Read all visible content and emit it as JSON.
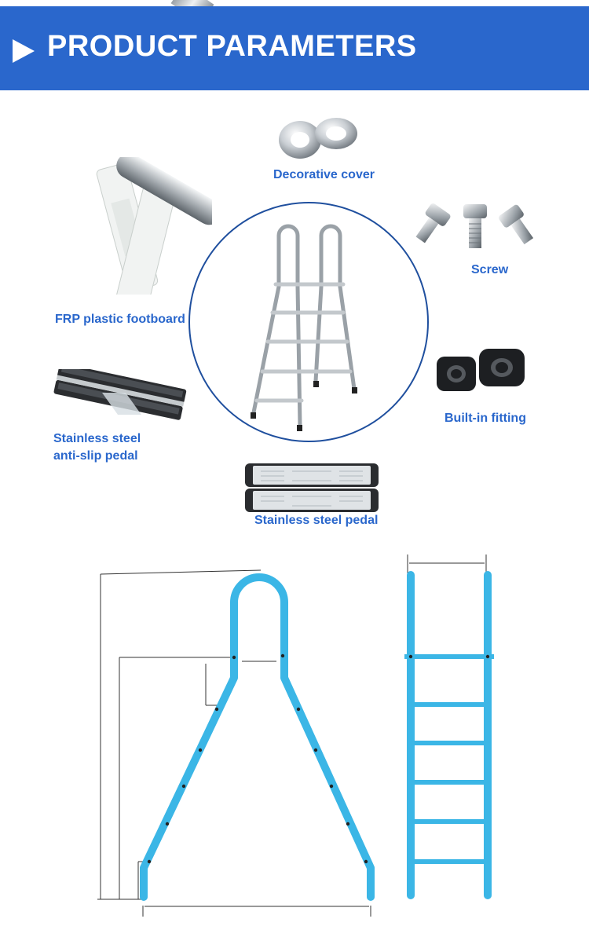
{
  "header": {
    "title": "PRODUCT PARAMETERS"
  },
  "parts": {
    "decorative_cover": "Decorative cover",
    "screw": "Screw",
    "frp_footboard": "FRP plastic footboard",
    "builtin_fitting": "Built-in fitting",
    "anti_slip_pedal_line1": "Stainless steel",
    "anti_slip_pedal_line2": "anti-slip pedal",
    "steel_pedal": "Stainless steel pedal"
  },
  "colors": {
    "banner": "#2a67cc",
    "label": "#2a67cc",
    "diagram_pipe": "#3bb6e6",
    "circle_border": "#1f4f9e"
  },
  "icons": [
    "play-arrow-icon"
  ]
}
